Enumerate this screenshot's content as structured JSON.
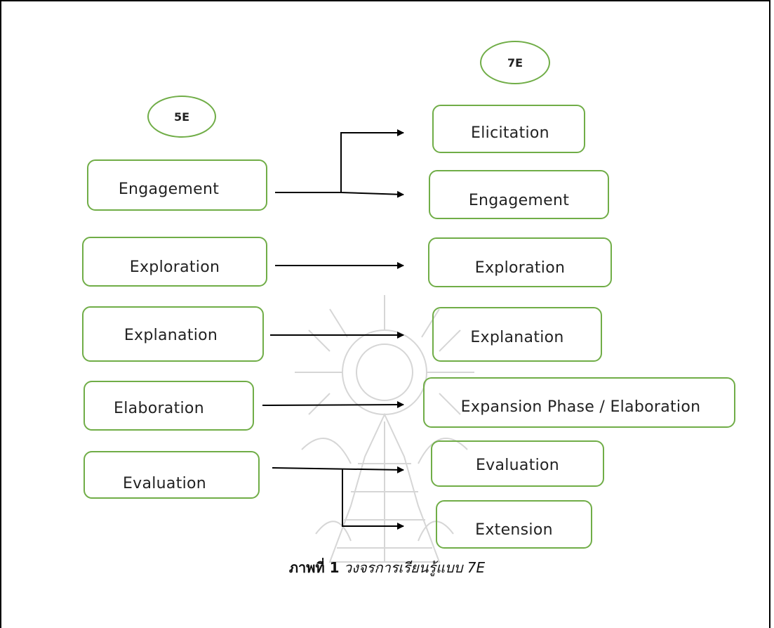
{
  "headers": {
    "left": "5E",
    "right": "7E"
  },
  "left_stages": [
    "Engagement",
    "Exploration",
    "Explanation",
    "Elaboration",
    "Evaluation"
  ],
  "right_stages": [
    "Elicitation",
    "Engagement",
    "Exploration",
    "Explanation",
    "Expansion Phase / Elaboration",
    "Evaluation",
    "Extension"
  ],
  "caption": {
    "prefix": "ภาพที่ 1",
    "text": "วงจรการเรียนรู้แบบ 7E"
  },
  "colors": {
    "box_border": "#70ad47",
    "arrow": "#000000",
    "watermark": "#cfcfcf"
  }
}
